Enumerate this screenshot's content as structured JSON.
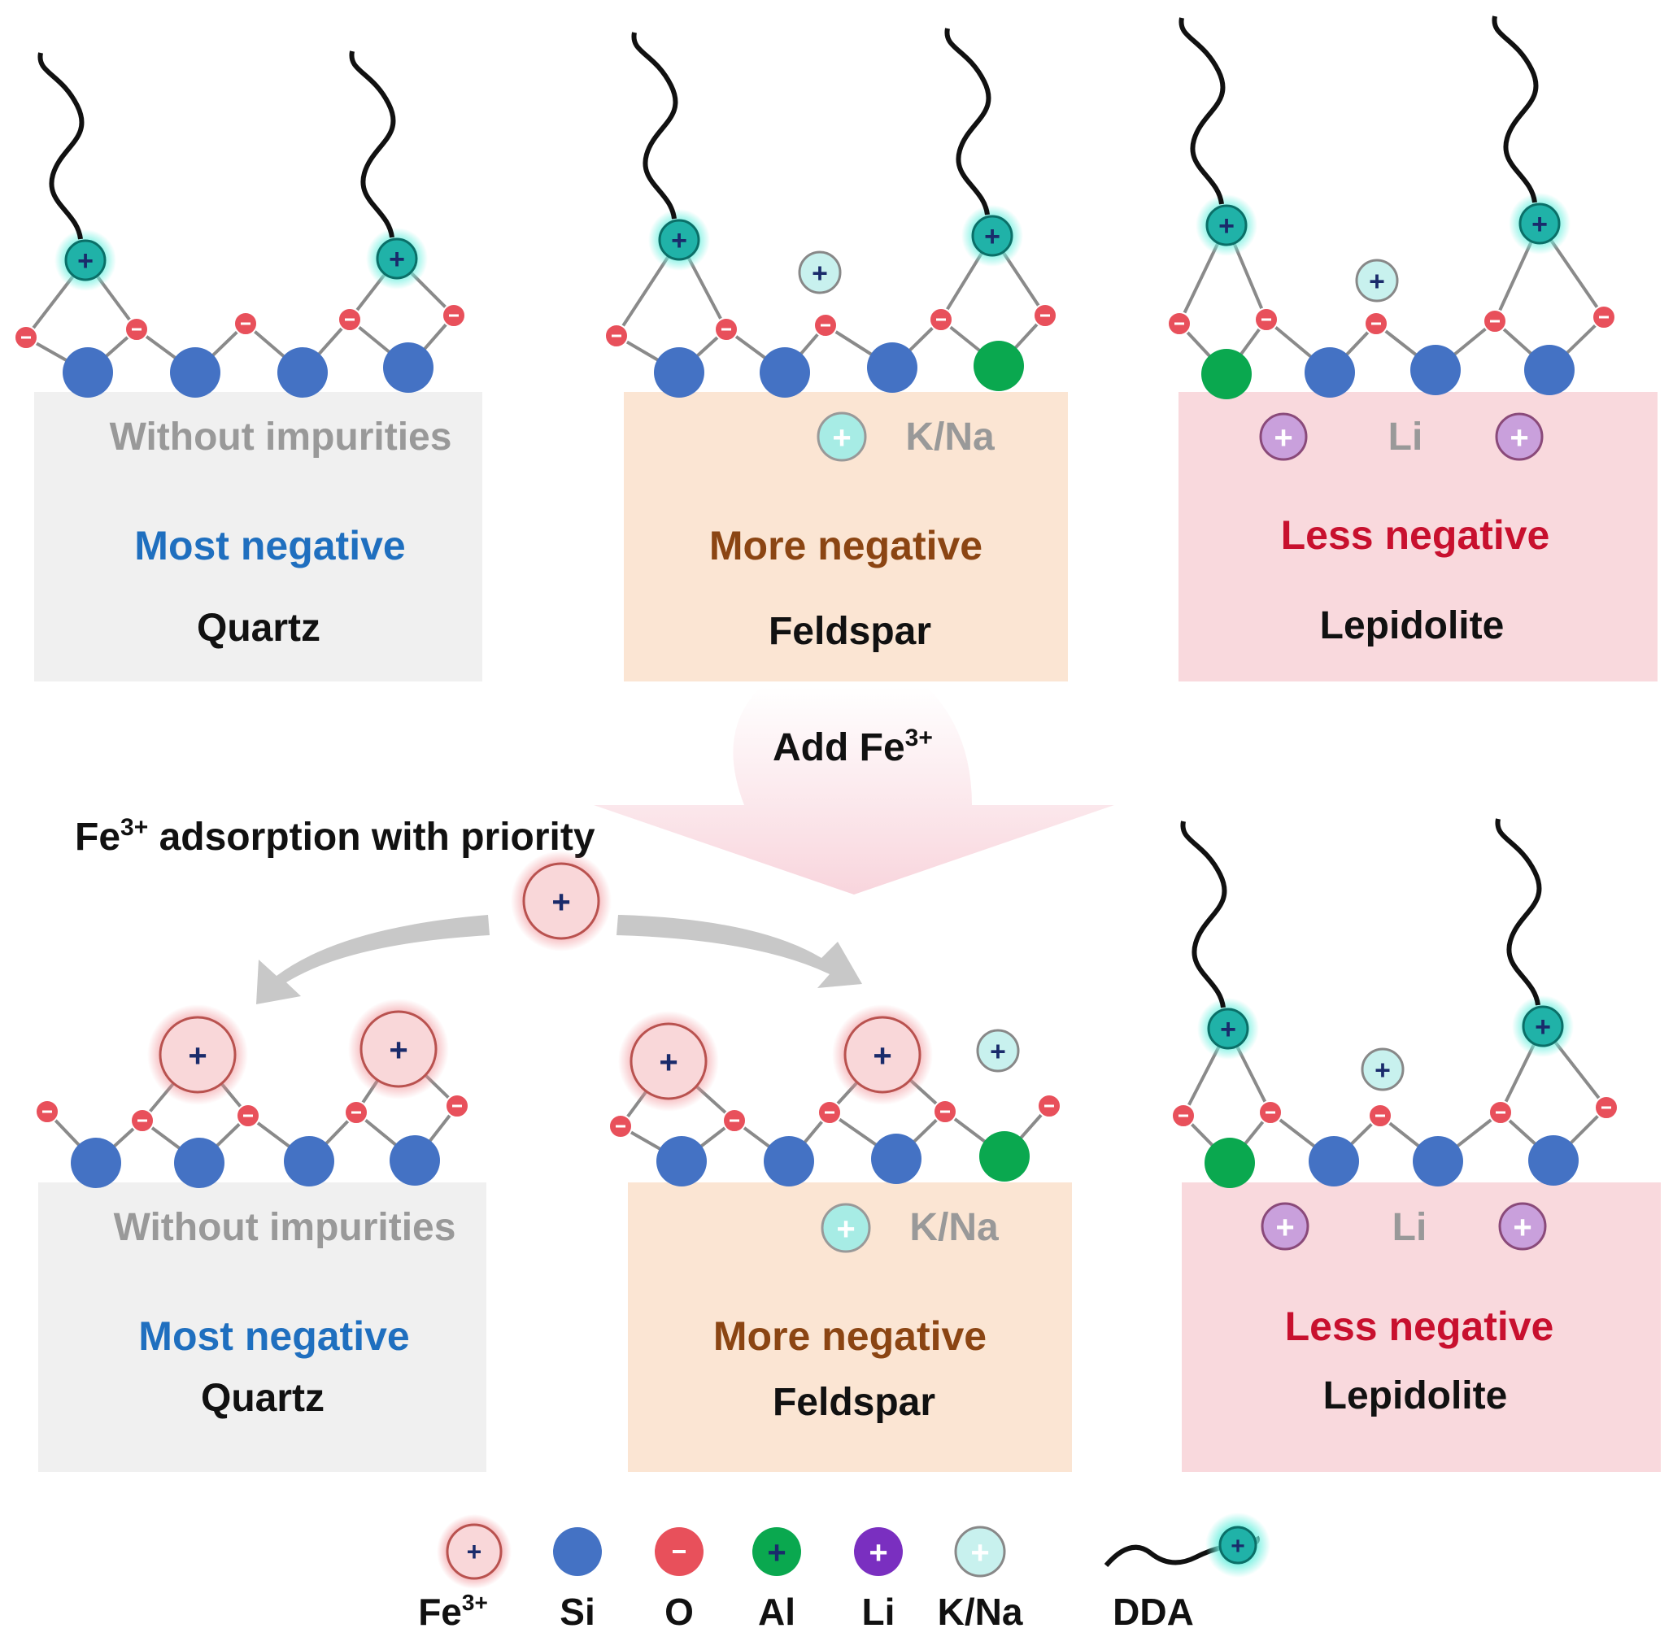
{
  "top_row": [
    {
      "mineral": "Quartz",
      "impurity_label": "Without impurities",
      "charge_label": "Most negative",
      "charge_color": "#1f6fbf",
      "box_color": "#f0f0f0"
    },
    {
      "mineral": "Feldspar",
      "impurity_label": "K/Na",
      "charge_label": "More negative",
      "charge_color": "#8b4513",
      "box_color": "#fbe5d3"
    },
    {
      "mineral": "Lepidolite",
      "impurity_label": "Li",
      "charge_label": "Less negative",
      "charge_color": "#c8102e",
      "box_color": "#f9d9dd"
    }
  ],
  "bottom_row": [
    {
      "mineral": "Quartz",
      "impurity_label": "Without impurities",
      "charge_label": "Most negative",
      "charge_color": "#1f6fbf",
      "box_color": "#f0f0f0"
    },
    {
      "mineral": "Feldspar",
      "impurity_label": "K/Na",
      "charge_label": "More negative",
      "charge_color": "#8b4513",
      "box_color": "#fbe5d3"
    },
    {
      "mineral": "Lepidolite",
      "impurity_label": "Li",
      "charge_label": "Less negative",
      "charge_color": "#c8102e",
      "box_color": "#f9d9dd"
    }
  ],
  "arrow": {
    "label_main": "Add Fe",
    "label_sup": "3+"
  },
  "priority": {
    "label_main": "Fe",
    "label_sup": "3+",
    "label_rest": " adsorption with priority"
  },
  "legend": {
    "fe": {
      "main": "Fe",
      "sup": "3+"
    },
    "items": [
      {
        "label": "Si",
        "color": "#4472c4",
        "icon": "si-atom-icon"
      },
      {
        "label": "O",
        "color": "#e8505b",
        "icon": "o-atom-icon"
      },
      {
        "label": "Al",
        "color": "#0aa84f",
        "icon": "al-atom-icon"
      },
      {
        "label": "Li",
        "color": "#7a2fc0",
        "icon": "li-atom-icon"
      },
      {
        "label": "K/Na",
        "color": "#c8f1ee",
        "icon": "kna-ion-icon"
      }
    ],
    "dda": "DDA"
  },
  "colors": {
    "si": "#4472c4",
    "o": "#e8505b",
    "al": "#0aa84f",
    "dda_head": "#20b2a8",
    "fe": "#f9d7d9",
    "li_ion": "#c9a0dc",
    "kna_ion": "#c8f1ee"
  }
}
